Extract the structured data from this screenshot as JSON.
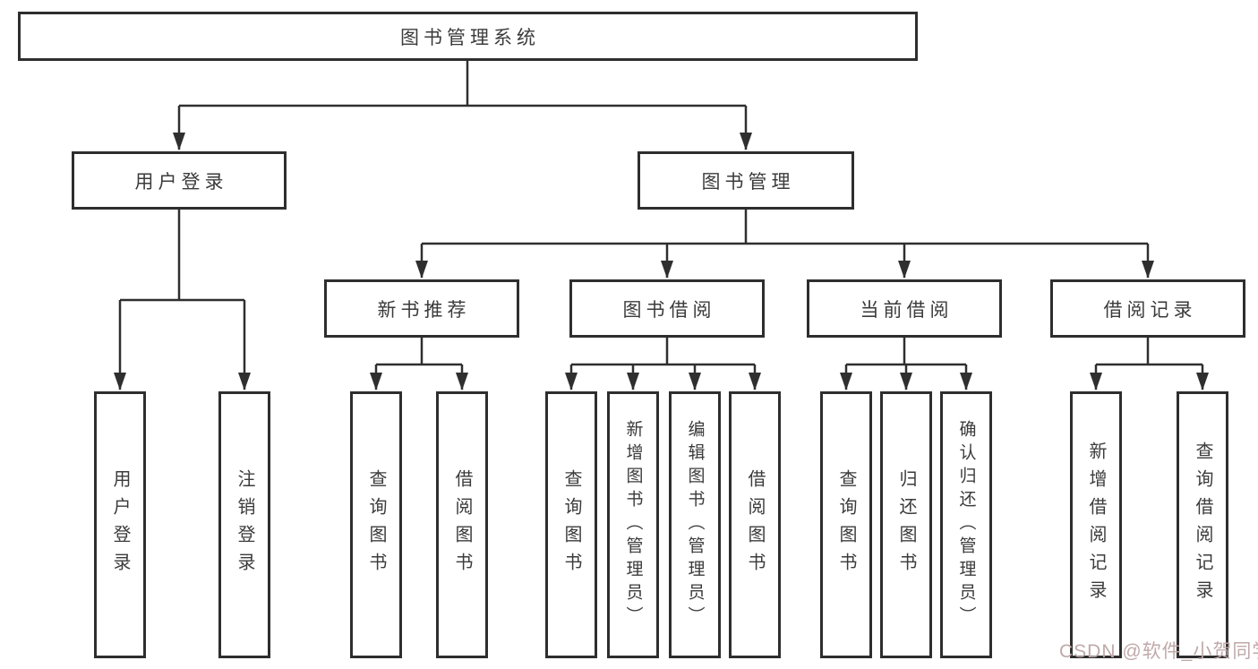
{
  "tree": {
    "root": {
      "label": "图书管理系统"
    },
    "children": [
      {
        "label": "用户登录",
        "children": [
          {
            "label": "用户登录"
          },
          {
            "label": "注销登录"
          }
        ]
      },
      {
        "label": "图书管理",
        "children": [
          {
            "label": "新书推荐",
            "children": [
              {
                "label": "查询图书"
              },
              {
                "label": "借阅图书"
              }
            ]
          },
          {
            "label": "图书借阅",
            "children": [
              {
                "label": "查询图书"
              },
              {
                "label": "新增图书（管理员）"
              },
              {
                "label": "编辑图书（管理员）"
              },
              {
                "label": "借阅图书"
              }
            ]
          },
          {
            "label": "当前借阅",
            "children": [
              {
                "label": "查询图书"
              },
              {
                "label": "归还图书"
              },
              {
                "label": "确认归还（管理员）"
              }
            ]
          },
          {
            "label": "借阅记录",
            "children": [
              {
                "label": "新增借阅记录"
              },
              {
                "label": "查询借阅记录"
              }
            ]
          }
        ]
      }
    ]
  },
  "watermark": {
    "text": "CSDN @软件_小贺同学"
  },
  "colors": {
    "line": "#2f2f2f",
    "box_border": "#2e2e2e",
    "text": "#3b3b3b",
    "watermark": "#c0a9a9",
    "background": "#ffffff"
  }
}
